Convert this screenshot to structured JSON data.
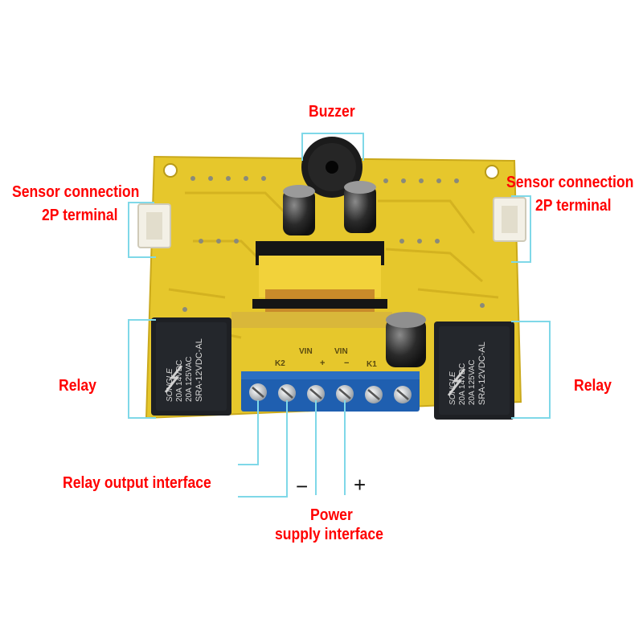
{
  "labels": {
    "buzzer": "Buzzer",
    "sensor_left_1": "Sensor connection",
    "sensor_left_2": "2P terminal",
    "sensor_right_1": "Sensor connection",
    "sensor_right_2": "2P terminal",
    "relay_left": "Relay",
    "relay_right": "Relay",
    "relay_output": "Relay output interface",
    "power_1": "Power",
    "power_2": "supply interface",
    "minus": "−",
    "plus": "+"
  },
  "board_markings": {
    "k2": "K2",
    "k1": "K1",
    "vin1": "VIN",
    "vin2": "VIN",
    "vin_plus": "+",
    "vin_minus": "−"
  },
  "relay_markings": {
    "brand": "SONGLE",
    "line1": "20A 14VDC",
    "line2": "20A 125VAC",
    "line3": "SRA-12VDC-AL"
  },
  "colors": {
    "label_text": "#ff0000",
    "callout_line": "#7fd8e8",
    "pcb": "#e8cc2e",
    "relay": "#1e2024",
    "terminal_block": "#1f5fb0"
  }
}
